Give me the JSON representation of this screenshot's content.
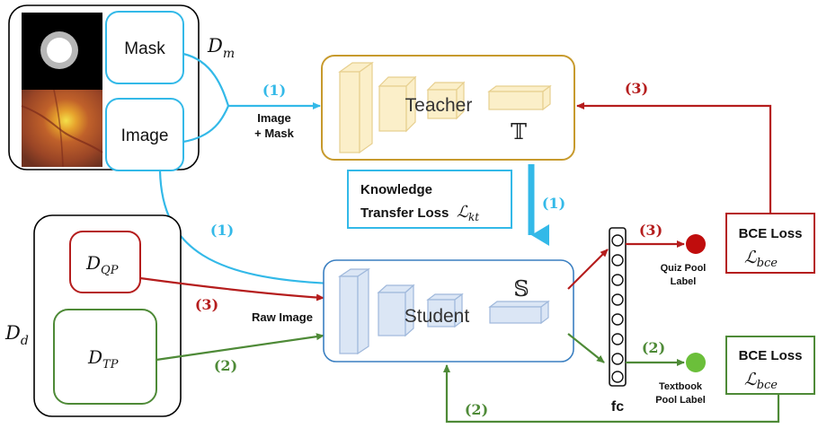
{
  "datasets": {
    "dm": {
      "label_main": "D",
      "label_sub": "m",
      "mask_label": "Mask",
      "image_label": "Image"
    },
    "dd": {
      "label_main": "D",
      "label_sub": "d",
      "qp_main": "D",
      "qp_sub": "QP",
      "tp_main": "D",
      "tp_sub": "TP"
    }
  },
  "models": {
    "teacher": {
      "label": "Teacher",
      "symbol": "𝕋"
    },
    "student": {
      "label": "Student",
      "symbol": "𝕊"
    }
  },
  "knowledge_transfer": {
    "line1": "Knowledge",
    "line2": "Transfer Loss",
    "math": "ℒ",
    "math_sub": "kt"
  },
  "arrows": {
    "image_mask": {
      "step": "(1)",
      "line1": "Image",
      "line2": "+ Mask"
    },
    "image_to_student": {
      "step": "(1)"
    },
    "teacher_to_student": {
      "step": "(1)"
    },
    "raw_image": {
      "step": "(3)",
      "label": "Raw Image"
    },
    "tp_to_student": {
      "step": "(2)"
    },
    "fc_to_quiz": {
      "step": "(3)"
    },
    "fc_to_textbook": {
      "step": "(2)"
    },
    "bce_to_teacher": {
      "step": "(3)"
    },
    "bce_to_student": {
      "step": "(2)"
    }
  },
  "fc": {
    "label": "fc"
  },
  "quiz_pool": {
    "line1": "Quiz Pool",
    "line2": "Label"
  },
  "textbook_pool": {
    "line1": "Textbook",
    "line2": "Pool Label"
  },
  "bce_top": {
    "title": "BCE Loss",
    "math": "ℒ",
    "math_sub": "bce"
  },
  "bce_bottom": {
    "title": "BCE Loss",
    "math": "ℒ",
    "math_sub": "bce"
  },
  "colors": {
    "blue": "#33b9e8",
    "red": "#b51d1d",
    "green": "#4e8a37",
    "gold": "#c79a2d",
    "student_blue": "#3a7fc1"
  }
}
